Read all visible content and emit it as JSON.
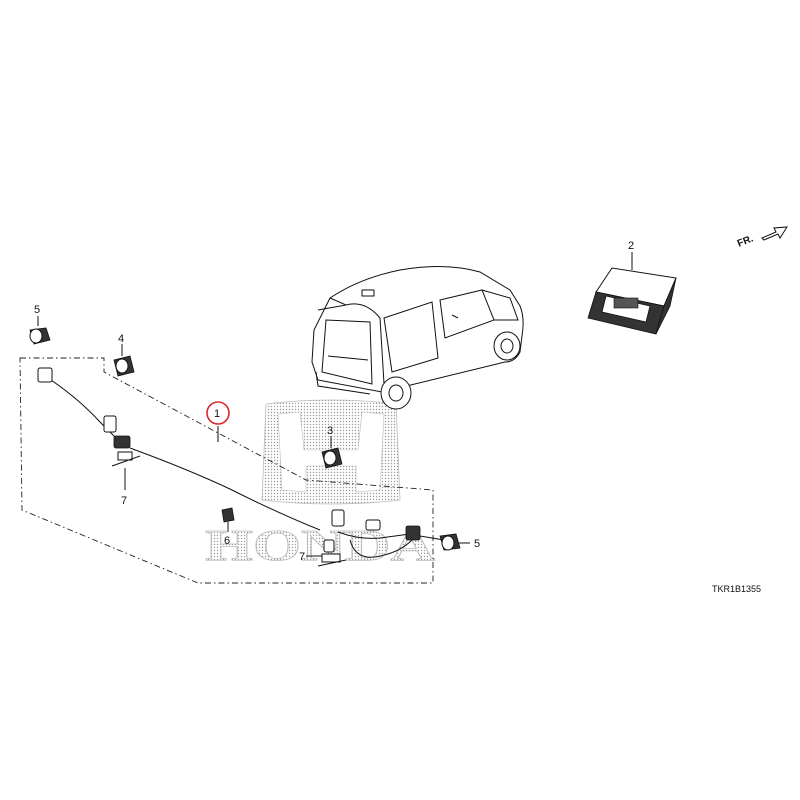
{
  "callouts": {
    "c1": "1",
    "c2": "2",
    "c3": "3",
    "c4": "4",
    "c5a": "5",
    "c5b": "5",
    "c6": "6",
    "c7a": "7",
    "c7b": "7"
  },
  "direction": {
    "label": "FR."
  },
  "diagram_code": "TKR1B1355",
  "colors": {
    "line": "#111111",
    "highlight": "#d9262a",
    "watermark": "#b0b0b0"
  },
  "icons": {
    "direction": "arrow-right-icon",
    "watermark": "honda-logo-icon"
  }
}
